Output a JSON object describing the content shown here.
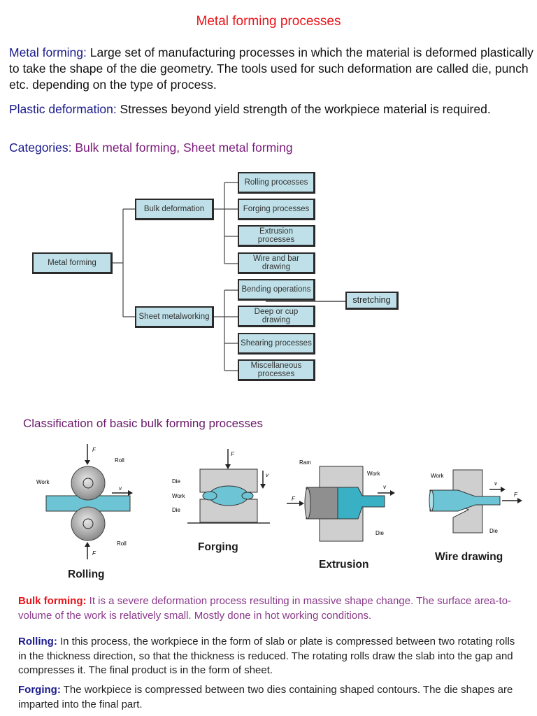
{
  "page": {
    "title": "Metal forming processes",
    "definitions": [
      {
        "term": "Metal forming:",
        "text": " Large set of manufacturing processes in which the material is deformed plastically to take the shape of the die geometry. The tools used for such deformation are called die, punch etc. depending on the type of process."
      },
      {
        "term": "Plastic deformation:",
        "text": " Stresses beyond yield strength of the workpiece material is required."
      },
      {
        "term": "Categories:",
        "text": " Bulk metal forming, Sheet metal forming"
      }
    ]
  },
  "diagram": {
    "root": "Metal forming",
    "branches": [
      {
        "label": "Bulk deformation",
        "children": [
          "Rolling processes",
          "Forging processes",
          "Extrusion processes",
          "Wire and bar drawing"
        ]
      },
      {
        "label": "Sheet metalworking",
        "children": [
          "Bending operations",
          "Deep or cup drawing",
          "Shearing processes",
          "Miscellaneous processes"
        ]
      }
    ],
    "extra": "stretching"
  },
  "classification": {
    "title": "Classification of basic bulk forming processes",
    "figures": [
      {
        "caption": "Rolling",
        "labels": [
          "F",
          "Roll",
          "Work",
          "v",
          "Roll",
          "F"
        ]
      },
      {
        "caption": "Forging",
        "labels": [
          "F",
          "v",
          "Die",
          "Work",
          "Die"
        ]
      },
      {
        "caption": "Extrusion",
        "labels": [
          "Ram",
          "Work",
          "v",
          "F",
          "Die"
        ]
      },
      {
        "caption": "Wire drawing",
        "labels": [
          "Work",
          "v",
          "F",
          "Die"
        ]
      }
    ]
  },
  "descriptions": [
    {
      "term": "Bulk forming:",
      "text": " It is a severe deformation process resulting in massive shape change. The surface area-to-volume of the work is relatively small. Mostly done in hot working conditions."
    },
    {
      "term": "Rolling:",
      "text": " In this process, the workpiece in the form of slab or plate is compressed between two rotating rolls in the thickness direction, so that the thickness is reduced. The rotating rolls draw the slab into the gap and compresses it. The final product is in the form of sheet."
    },
    {
      "term": "Forging:",
      "text": " The workpiece is compressed between two dies containing shaped contours. The die shapes are imparted into the final part."
    }
  ]
}
